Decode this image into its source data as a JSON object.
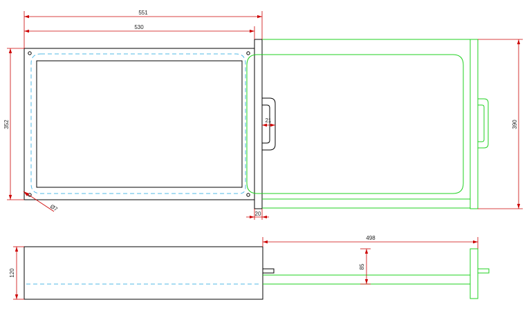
{
  "colors": {
    "outline": "#000000",
    "drawer": "#1fd11f",
    "hidden_line": "#4fb8e6",
    "dimension": "#cc0000"
  },
  "dimensions": {
    "overall_width": "551",
    "frame_width": "530",
    "height_front": "352",
    "handle_depth": "21",
    "panel_thickness": "20",
    "drawer_height": "390",
    "hole_diameter": "Ø7",
    "side_height": "120",
    "drawer_extension": "498",
    "rail_height": "85"
  }
}
